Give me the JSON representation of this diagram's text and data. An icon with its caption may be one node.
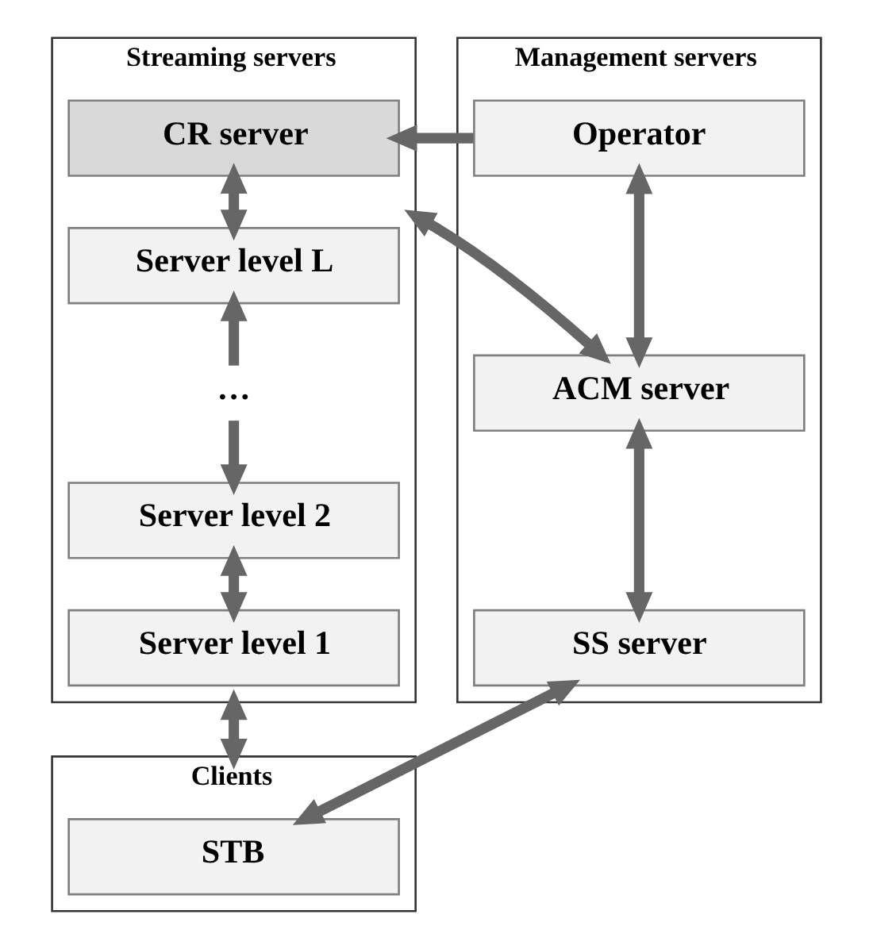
{
  "diagram": {
    "nodes": [
      {
        "text": [
          "Streaming servers"
        ]
      },
      {
        "text": [
          "CR server"
        ],
        "in": 0
      },
      {
        "text": [
          "Server level L"
        ],
        "in": 0
      },
      {
        "text": [
          "…"
        ],
        "in": 0
      },
      {
        "text": [
          "Server level 2"
        ],
        "in": 0
      },
      {
        "text": [
          "Server level 1"
        ],
        "in": 0
      },
      {
        "text": [
          "Management servers"
        ]
      },
      {
        "text": [
          "Operator"
        ],
        "in": 6
      },
      {
        "text": [
          "ACM server"
        ],
        "in": 6
      },
      {
        "text": [
          "SS server"
        ],
        "in": 6
      },
      {
        "text": [
          "Clients"
        ]
      },
      {
        "text": [
          "STB"
        ],
        "in": 10
      }
    ],
    "edges": [
      {
        "from": 7,
        "to": 1,
        "arrow": "to"
      },
      {
        "from": 1,
        "to": 2,
        "arrow": "both"
      },
      {
        "from": 3,
        "to": 2,
        "arrow": "to"
      },
      {
        "from": 3,
        "to": 4,
        "arrow": "to"
      },
      {
        "from": 4,
        "to": 5,
        "arrow": "both"
      },
      {
        "from": 7,
        "to": 8,
        "arrow": "both"
      },
      {
        "from": 0,
        "to": 8,
        "arrow": "both"
      },
      {
        "from": 8,
        "to": 9,
        "arrow": "both"
      },
      {
        "from": 0,
        "to": 10,
        "arrow": "both"
      },
      {
        "from": 9,
        "to": 11,
        "arrow": "both"
      }
    ]
  }
}
